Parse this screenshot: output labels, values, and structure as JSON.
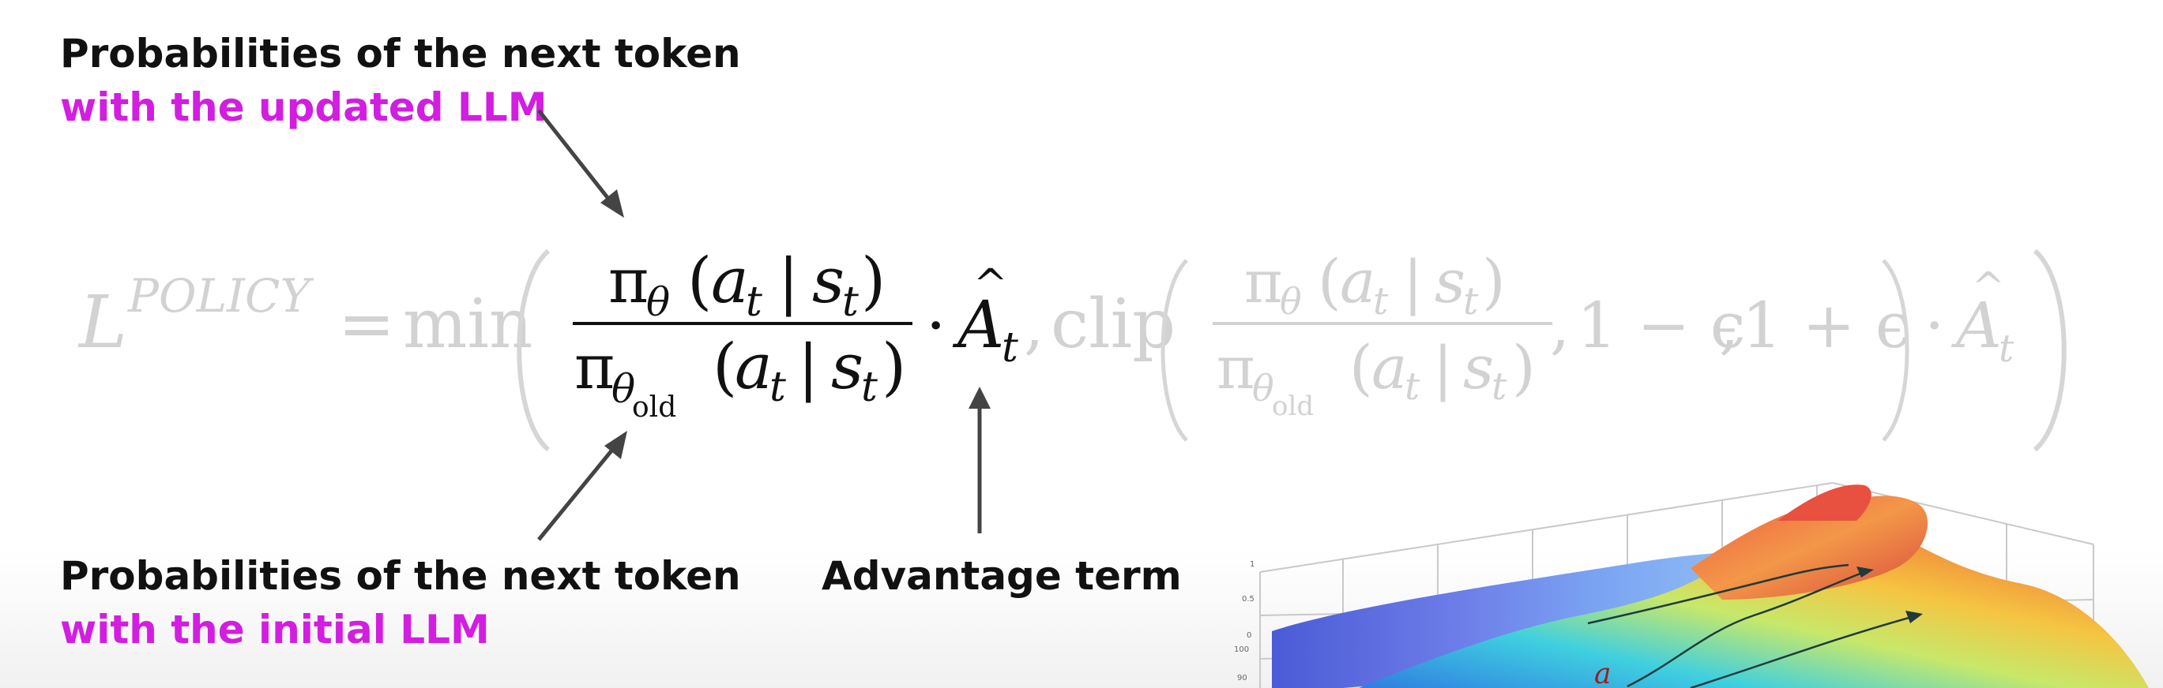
{
  "annotations": {
    "top": {
      "line1": "Probabilities of the next token",
      "line2": "with the updated LLM"
    },
    "bottom": {
      "line1": "Probabilities of the next token",
      "line2": "with the initial LLM"
    },
    "advantage": "Advantage term"
  },
  "formula": {
    "lhs_symbol": "L",
    "lhs_superscript": "POLICY",
    "equals": "=",
    "min": "min",
    "pi": "π",
    "theta": "θ",
    "old": "old",
    "a": "a",
    "s": "s",
    "t": "t",
    "bar": "|",
    "dot": "·",
    "A": "A",
    "hat": "^",
    "clip": "clip",
    "one_minus_eps": "1 − ϵ",
    "one_plus_eps": "1 + ϵ",
    "comma": ","
  },
  "colors": {
    "label_dark": "#111111",
    "label_accent": "#d21ee0",
    "formula_active": "#111111",
    "formula_faded": "#d2d2d2",
    "arrow": "#444444"
  },
  "icons": [
    "arrow-down-right-icon",
    "arrow-up-right-icon",
    "arrow-up-icon"
  ]
}
